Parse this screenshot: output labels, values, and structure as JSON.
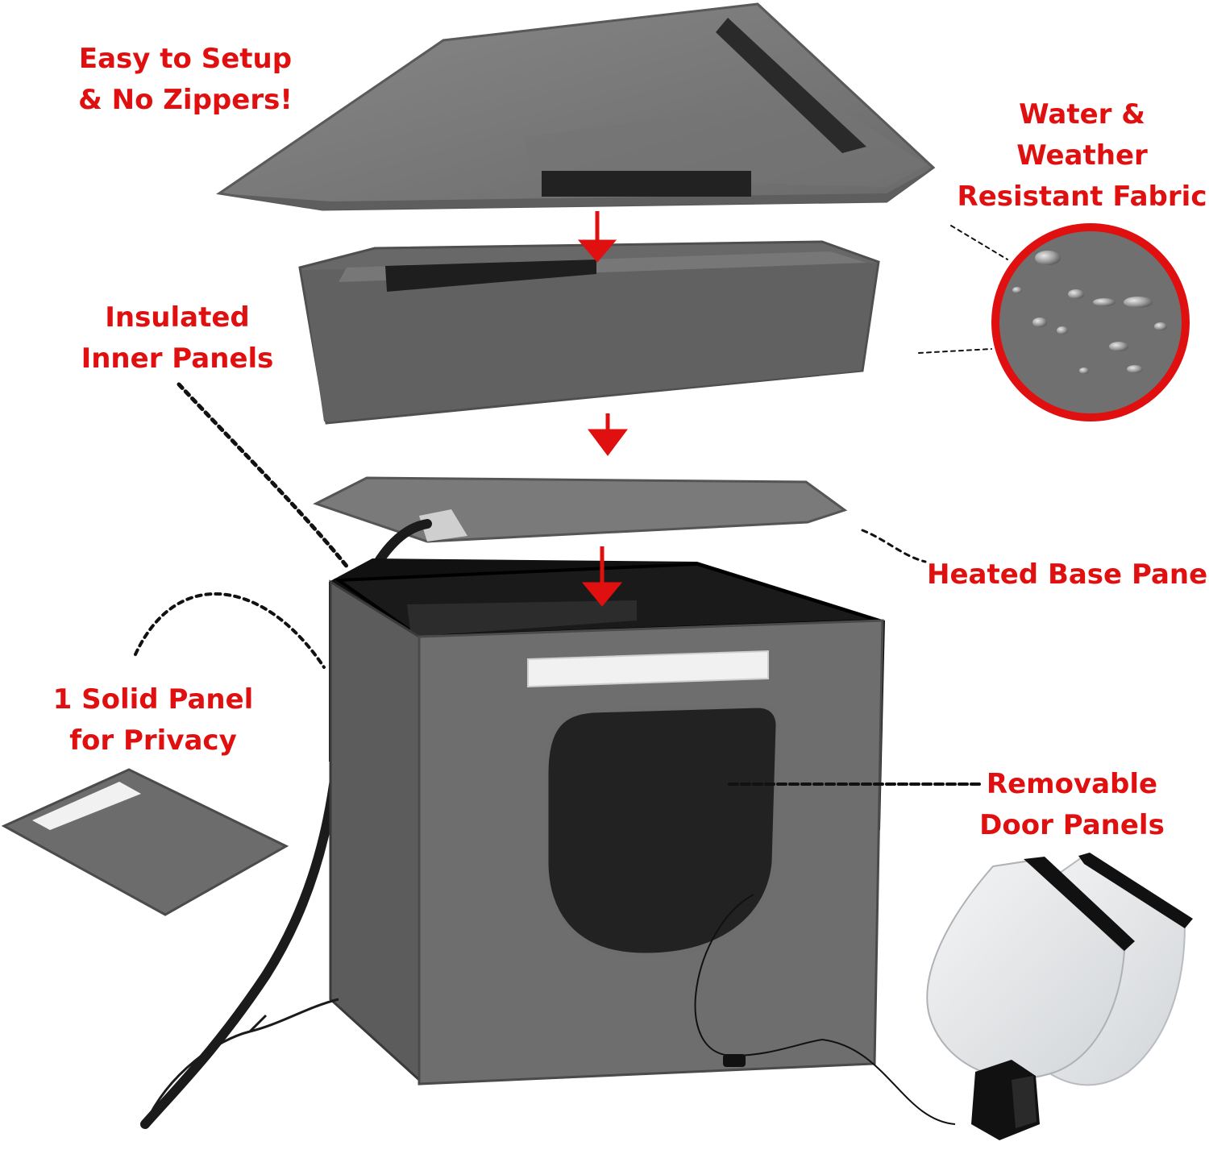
{
  "colors": {
    "accent": "#e01010",
    "fabric": "#6e6e6e",
    "fabric_dark": "#4a4a4a",
    "lining": "#151515",
    "clear_panel": "#e6e8ea"
  },
  "callouts": {
    "setup": {
      "line1": "Easy to Setup",
      "line2": "& No Zippers!"
    },
    "water": {
      "line1": "Water &",
      "line2": "Weather",
      "line3": "Resistant Fabric"
    },
    "insulated": {
      "line1": "Insulated",
      "line2": "Inner Panels"
    },
    "heated": {
      "line1": "Heated Base Panel"
    },
    "solid": {
      "line1": "1 Solid Panel",
      "line2": "for Privacy"
    },
    "door": {
      "line1": "Removable",
      "line2": "Door Panels"
    }
  }
}
